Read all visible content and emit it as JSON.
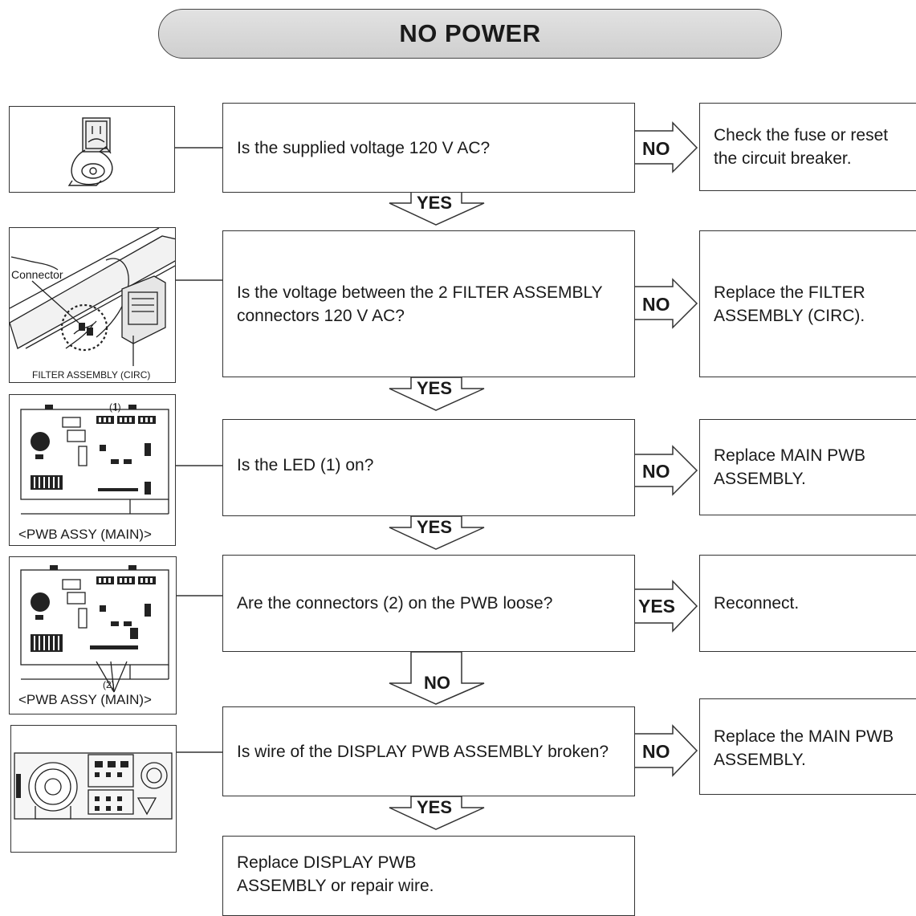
{
  "title": "NO POWER",
  "steps": [
    {
      "question": "Is the supplied voltage 120 V AC?",
      "branch": "NO",
      "action": "Check the fuse or reset the circuit breaker.",
      "next": "YES"
    },
    {
      "question": "Is the voltage between the 2 FILTER ASSEMBLY connectors 120 V AC?",
      "branch": "NO",
      "action": "Replace the FILTER ASSEMBLY (CIRC).",
      "next": "YES",
      "picture": {
        "label_connector": "Connector",
        "caption": "FILTER ASSEMBLY (CIRC)"
      }
    },
    {
      "question": "Is the LED (1) on?",
      "branch": "NO",
      "action": "Replace MAIN PWB ASSEMBLY.",
      "next": "YES",
      "picture": {
        "callout": "(1)",
        "caption": "<PWB ASSY (MAIN)>"
      }
    },
    {
      "question": "Are the connectors (2) on the PWB loose?",
      "branch": "YES",
      "action": "Reconnect.",
      "next": "NO",
      "picture": {
        "callout": "(2)",
        "caption": "<PWB ASSY (MAIN)>"
      }
    },
    {
      "question": "Is wire of the DISPLAY PWB ASSEMBLY broken?",
      "branch": "NO",
      "action": "Replace the MAIN PWB ASSEMBLY.",
      "next": "YES"
    }
  ],
  "final": "Replace  DISPLAY PWB ASSEMBLY or repair wire."
}
